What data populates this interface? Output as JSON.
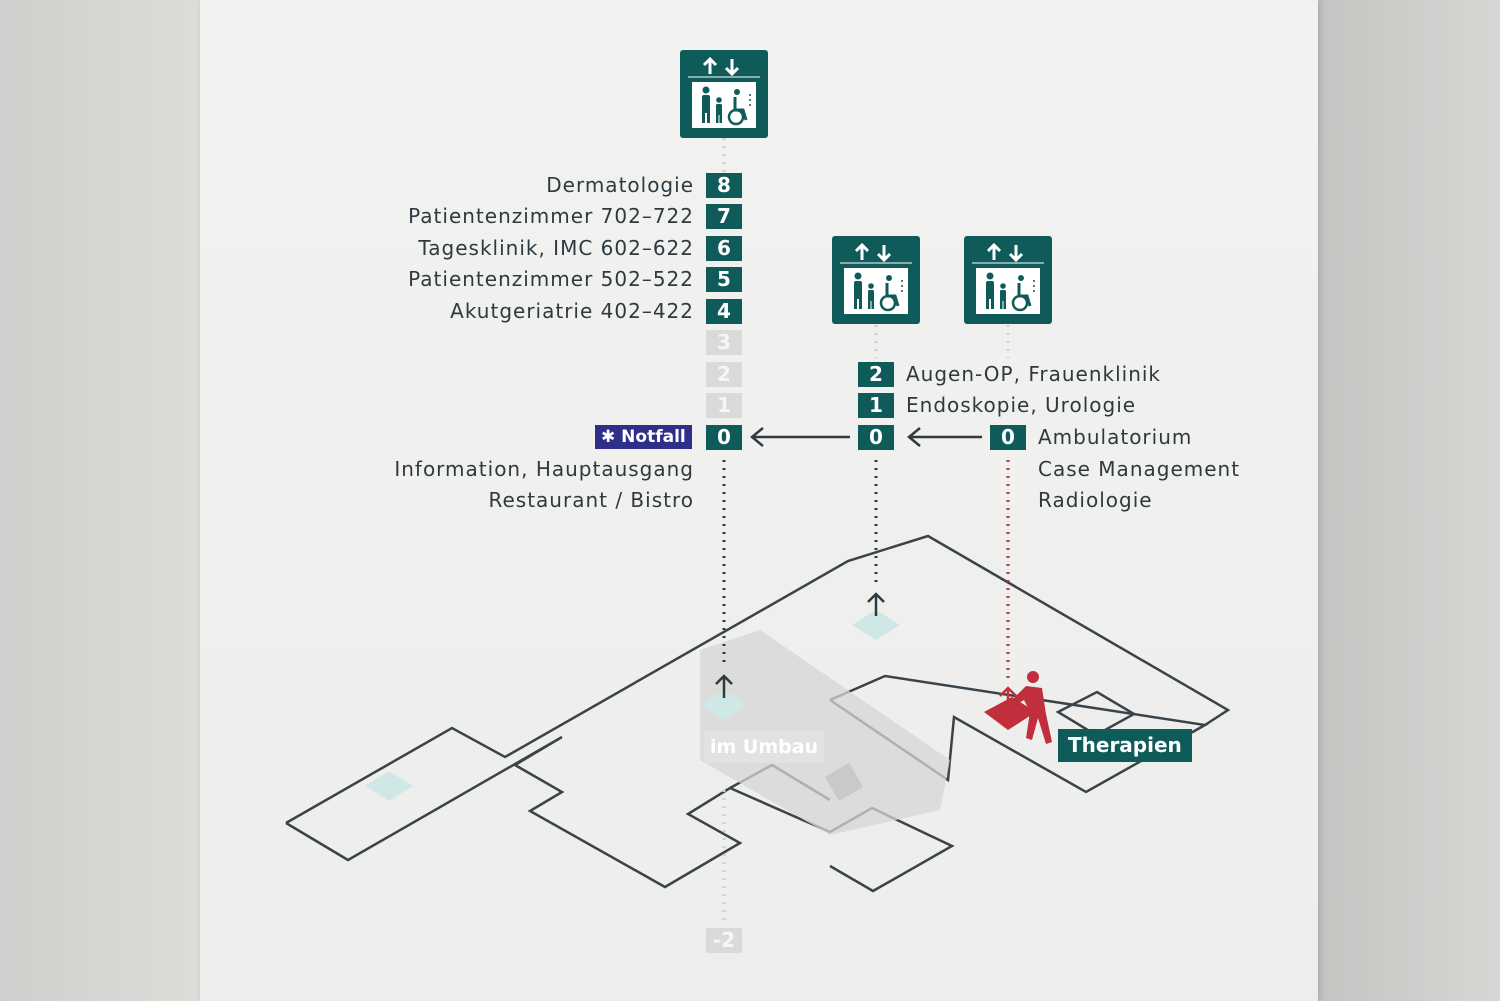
{
  "colors": {
    "teal": "#0f5b5a",
    "navy": "#2d2f88",
    "red": "#c02f3b",
    "light_cyan": "#cfe8e6",
    "dim": "#dadbd9"
  },
  "icons": [
    "elevator-icon",
    "person-walking-icon",
    "emergency-icon",
    "arrow-left-icon",
    "arrow-up-icon"
  ],
  "elevator_icon_label": "↑↓",
  "elevator_a": {
    "floors": [
      {
        "number": "8",
        "label": "Dermatologie"
      },
      {
        "number": "7",
        "label": "Patientenzimmer 702–722"
      },
      {
        "number": "6",
        "label": "Tagesklinik, IMC 602–622"
      },
      {
        "number": "5",
        "label": "Patientenzimmer 502–522"
      },
      {
        "number": "4",
        "label": "Akutgeriatrie 402–422"
      },
      {
        "number": "3",
        "label": ""
      },
      {
        "number": "2",
        "label": ""
      },
      {
        "number": "1",
        "label": ""
      },
      {
        "number": "0",
        "label": ""
      }
    ],
    "notfall_badge": "Notfall",
    "ground_labels": [
      "Information, Hauptausgang",
      "Restaurant / Bistro"
    ],
    "basement_floor": "-2"
  },
  "elevator_b": {
    "floors": [
      {
        "number": "2",
        "label": "Augen-OP, Frauenklinik"
      },
      {
        "number": "1",
        "label": "Endoskopie, Urologie"
      },
      {
        "number": "0",
        "label": ""
      }
    ]
  },
  "elevator_c": {
    "floors": [
      {
        "number": "0",
        "label": "Ambulatorium"
      }
    ],
    "ground_labels": [
      "Case Management",
      "Radiologie"
    ]
  },
  "map": {
    "construction_label": "im Umbau",
    "destination_label": "Therapien"
  }
}
